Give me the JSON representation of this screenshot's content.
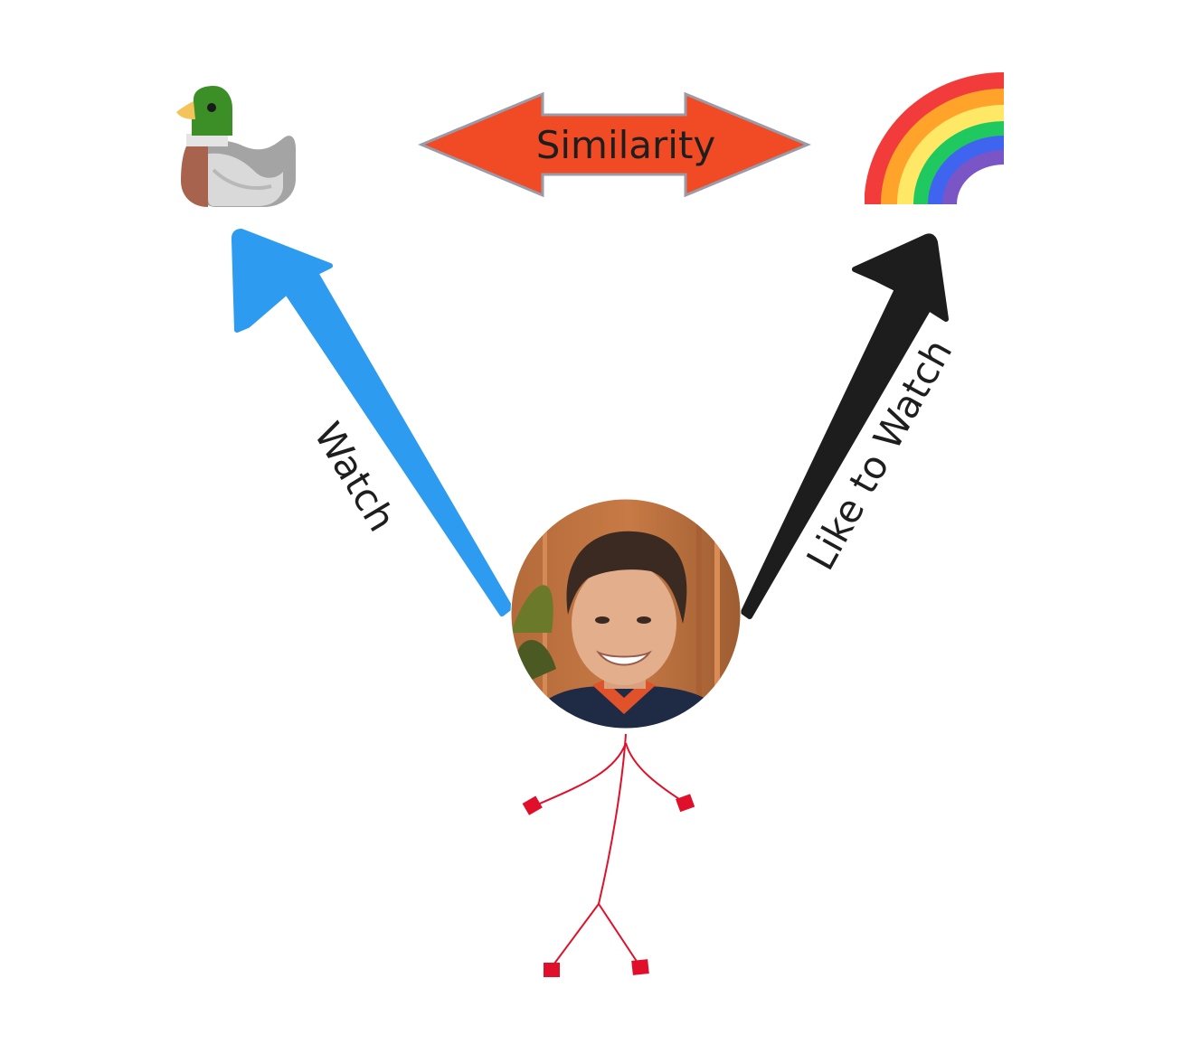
{
  "diagram": {
    "similarity_label": "Similarity",
    "watch_label": "Watch",
    "like_to_watch_label": "Like to Watch"
  },
  "nodes": {
    "left_item_icon": "duck-icon",
    "right_item_icon": "rainbow-icon",
    "user_icon": "person-avatar",
    "figure_icon": "stick-figure-icon"
  },
  "colors": {
    "similarity_arrow": "#f04b24",
    "watch_arrow": "#2d9bef",
    "like_arrow": "#1d1d1d",
    "stick_figure": "#e0102a"
  }
}
